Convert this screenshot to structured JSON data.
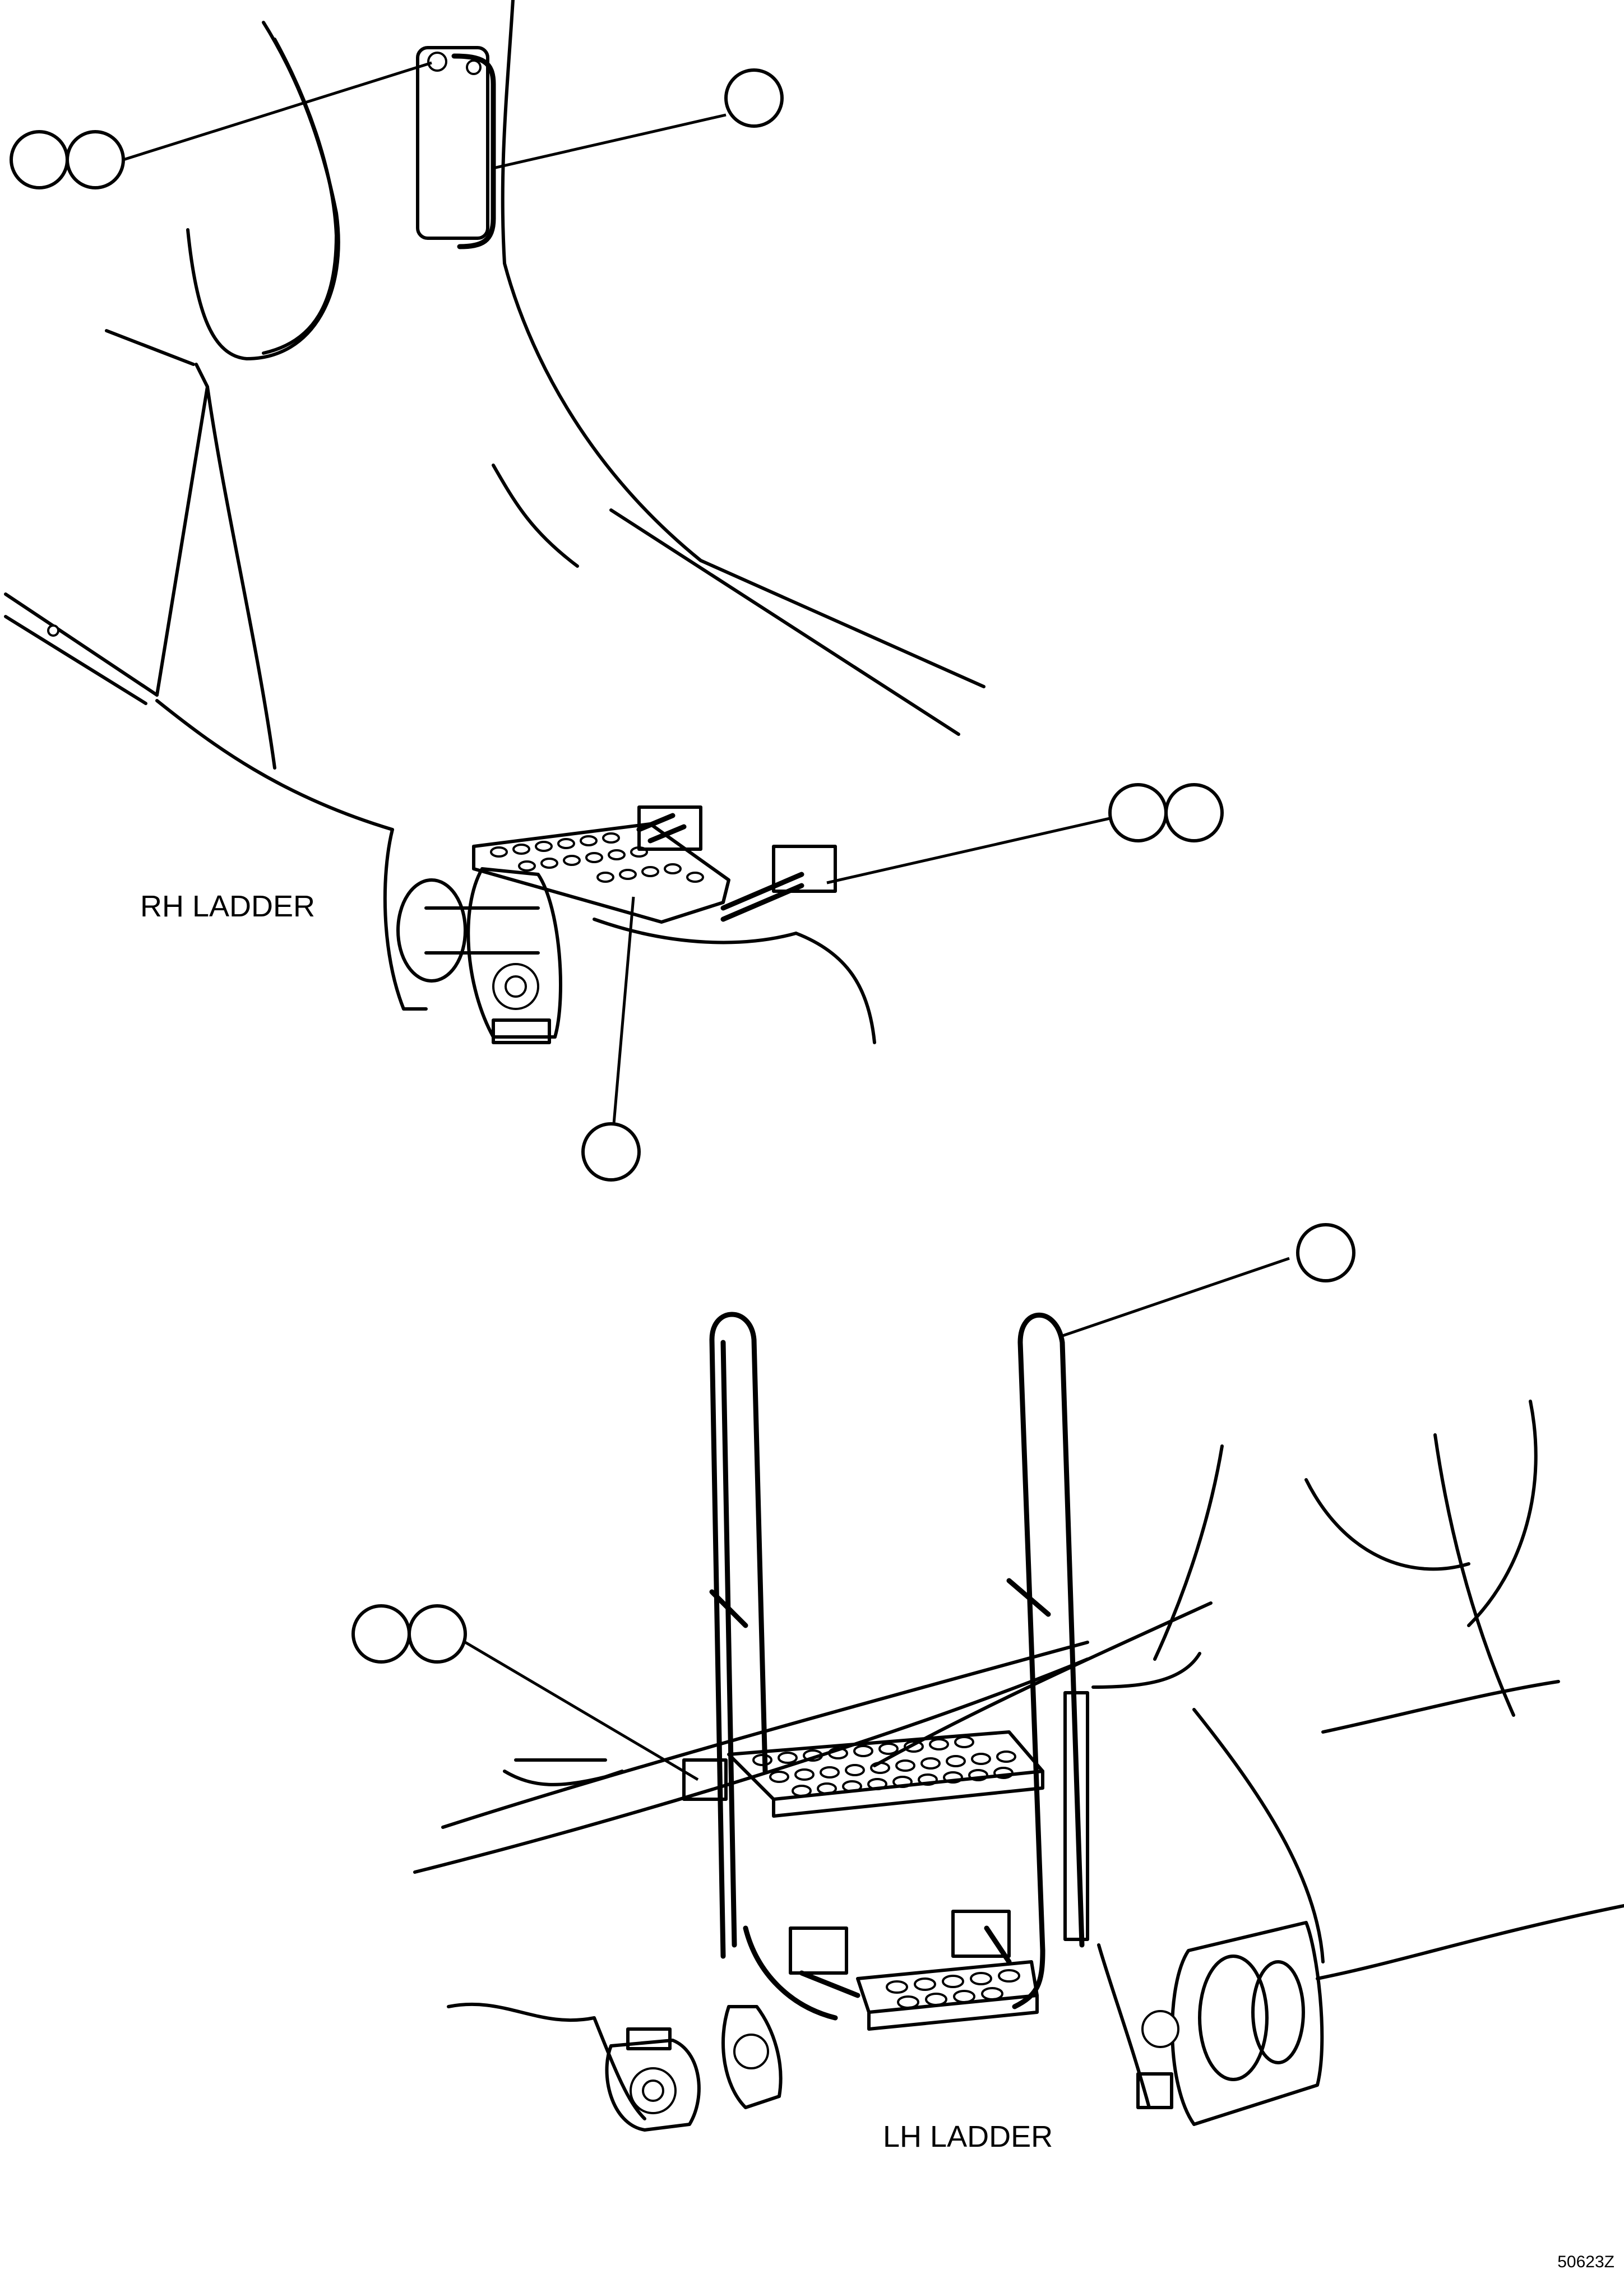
{
  "labels": {
    "rh_ladder": "RH LADDER",
    "lh_ladder": "LH LADDER",
    "figure_id": "50623Z"
  },
  "colors": {
    "line": "#000000",
    "background": "#ffffff"
  }
}
